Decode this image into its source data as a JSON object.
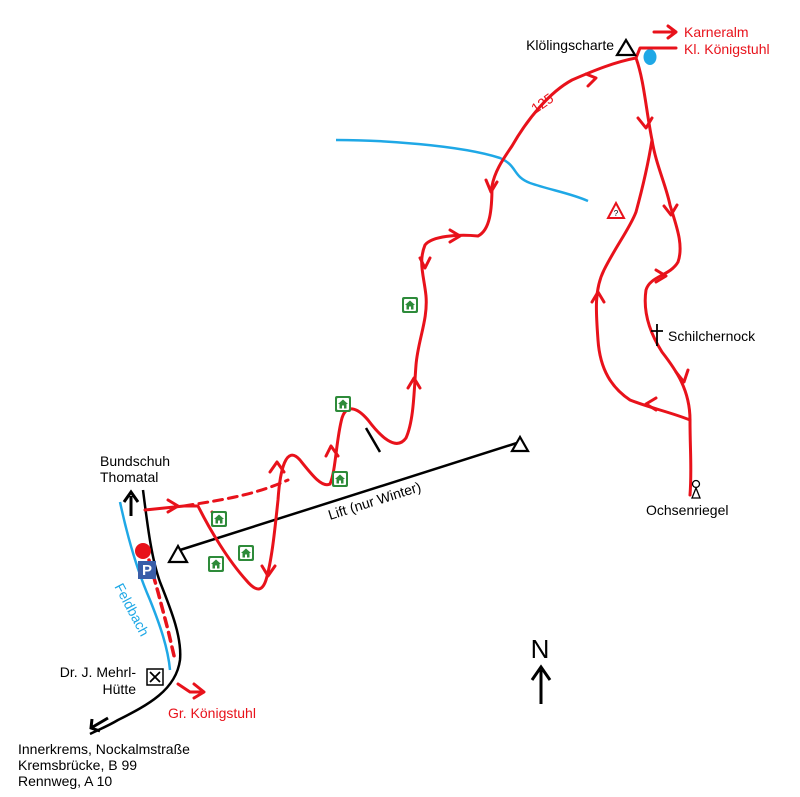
{
  "colors": {
    "route": "#e8121b",
    "water": "#1fa8e6",
    "road": "#000000",
    "hut_icon": "#2e8b3a",
    "parking": "#3a5ea8"
  },
  "places": {
    "kloelingscharte": "Klölingscharte",
    "bundschuh_line1": "Bundschuh",
    "bundschuh_line2": "Thomatal",
    "schilchernock": "Schilchernock",
    "ochsenriegel": "Ochsenriegel",
    "mehrl_line1": "Dr. J. Mehrl-",
    "mehrl_line2": "Hütte"
  },
  "destinations": {
    "karneralm": "Karneralm",
    "kl_koenigstuhl": "Kl. Königstuhl",
    "gr_koenigstuhl": "Gr. Königstuhl"
  },
  "roads": {
    "south_line1": "Innerkrems, Nockalmstraße",
    "south_line2": "Kremsbrücke, B 99",
    "south_line3": "Rennweg, A 10"
  },
  "features": {
    "lift": "Lift (nur Winter)",
    "stream": "Feldbach",
    "route_number": "125",
    "parking_letter": "P"
  },
  "compass": {
    "letter": "N"
  },
  "icons": {
    "summit": "triangle-summit-icon",
    "cross": "summit-cross-icon",
    "hut": "mountain-hut-icon",
    "restaurant": "crossed-cutlery-icon",
    "warning": "warning-triangle-icon",
    "parking": "parking-icon",
    "lake": "lake-icon"
  }
}
